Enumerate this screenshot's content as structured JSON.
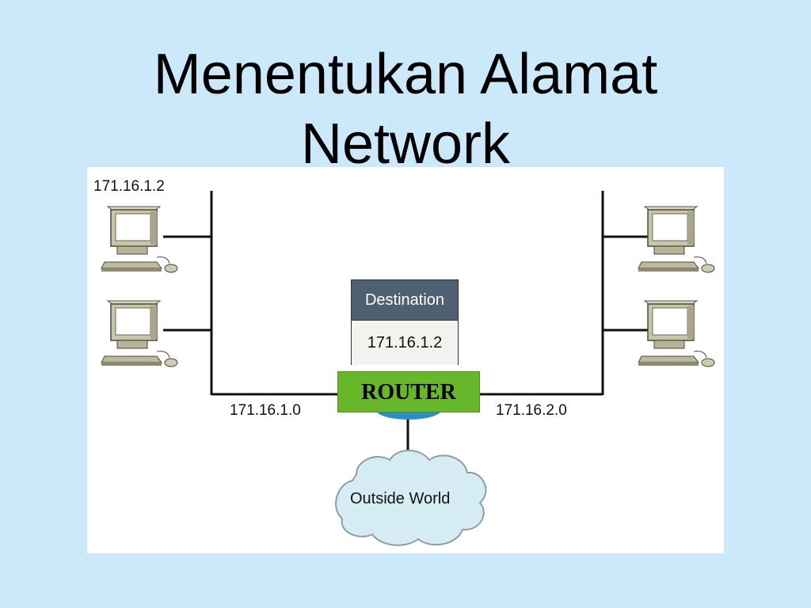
{
  "slide": {
    "title_line1": "Menentukan Alamat",
    "title_line2": "Network"
  },
  "diagram": {
    "host_address_label": "171.16.1.2",
    "network_left_label": "171.16.1.0",
    "network_right_label": "171.16.2.0",
    "destination": {
      "header": "Destination",
      "value": "171.16.1.2"
    },
    "router_label": "ROUTER",
    "cloud_label": "Outside World",
    "icons": [
      "computer-icon",
      "router-icon",
      "cloud-icon"
    ]
  },
  "colors": {
    "background": "#cce9fc",
    "router_green": "#66b82a",
    "destination_header": "#4f6170",
    "cloud_fill": "#d6ecf3"
  }
}
